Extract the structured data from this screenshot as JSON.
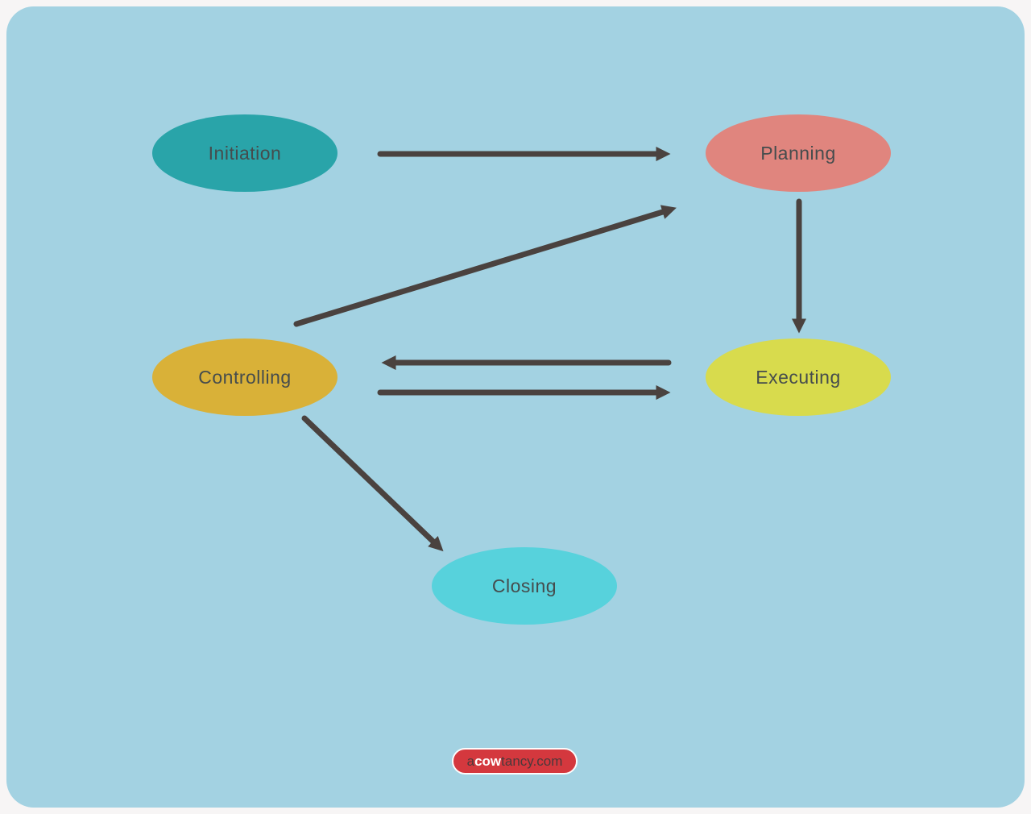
{
  "diagram": {
    "nodes": [
      {
        "label": "Initiation",
        "color": "#29A4A9"
      },
      {
        "label": "Planning",
        "color": "#E0857E"
      },
      {
        "label": "Controlling",
        "color": "#D9B138"
      },
      {
        "label": "Executing",
        "color": "#D8DB4D"
      },
      {
        "label": "Closing",
        "color": "#57D2DC"
      }
    ],
    "edges": [
      {
        "from": "Initiation",
        "to": "Planning",
        "direction": "right"
      },
      {
        "from": "Controlling",
        "to": "Planning",
        "direction": "up-right"
      },
      {
        "from": "Planning",
        "to": "Executing",
        "direction": "down"
      },
      {
        "from": "Executing",
        "to": "Controlling",
        "direction": "left"
      },
      {
        "from": "Controlling",
        "to": "Executing",
        "direction": "right"
      },
      {
        "from": "Controlling",
        "to": "Closing",
        "direction": "down-right"
      }
    ],
    "colors": {
      "frame_background": "#F7F5F5",
      "panel_background": "#A3D2E2",
      "arrow": "#4A423F",
      "node_text": "#454C4D"
    }
  },
  "footer": {
    "badge": {
      "prefix": "a",
      "bold": "cow",
      "suffix": "tancy.com",
      "background": "#D4383E",
      "dark_text_color": "#4A393B",
      "bold_text_color": "#FFFFFF"
    }
  }
}
